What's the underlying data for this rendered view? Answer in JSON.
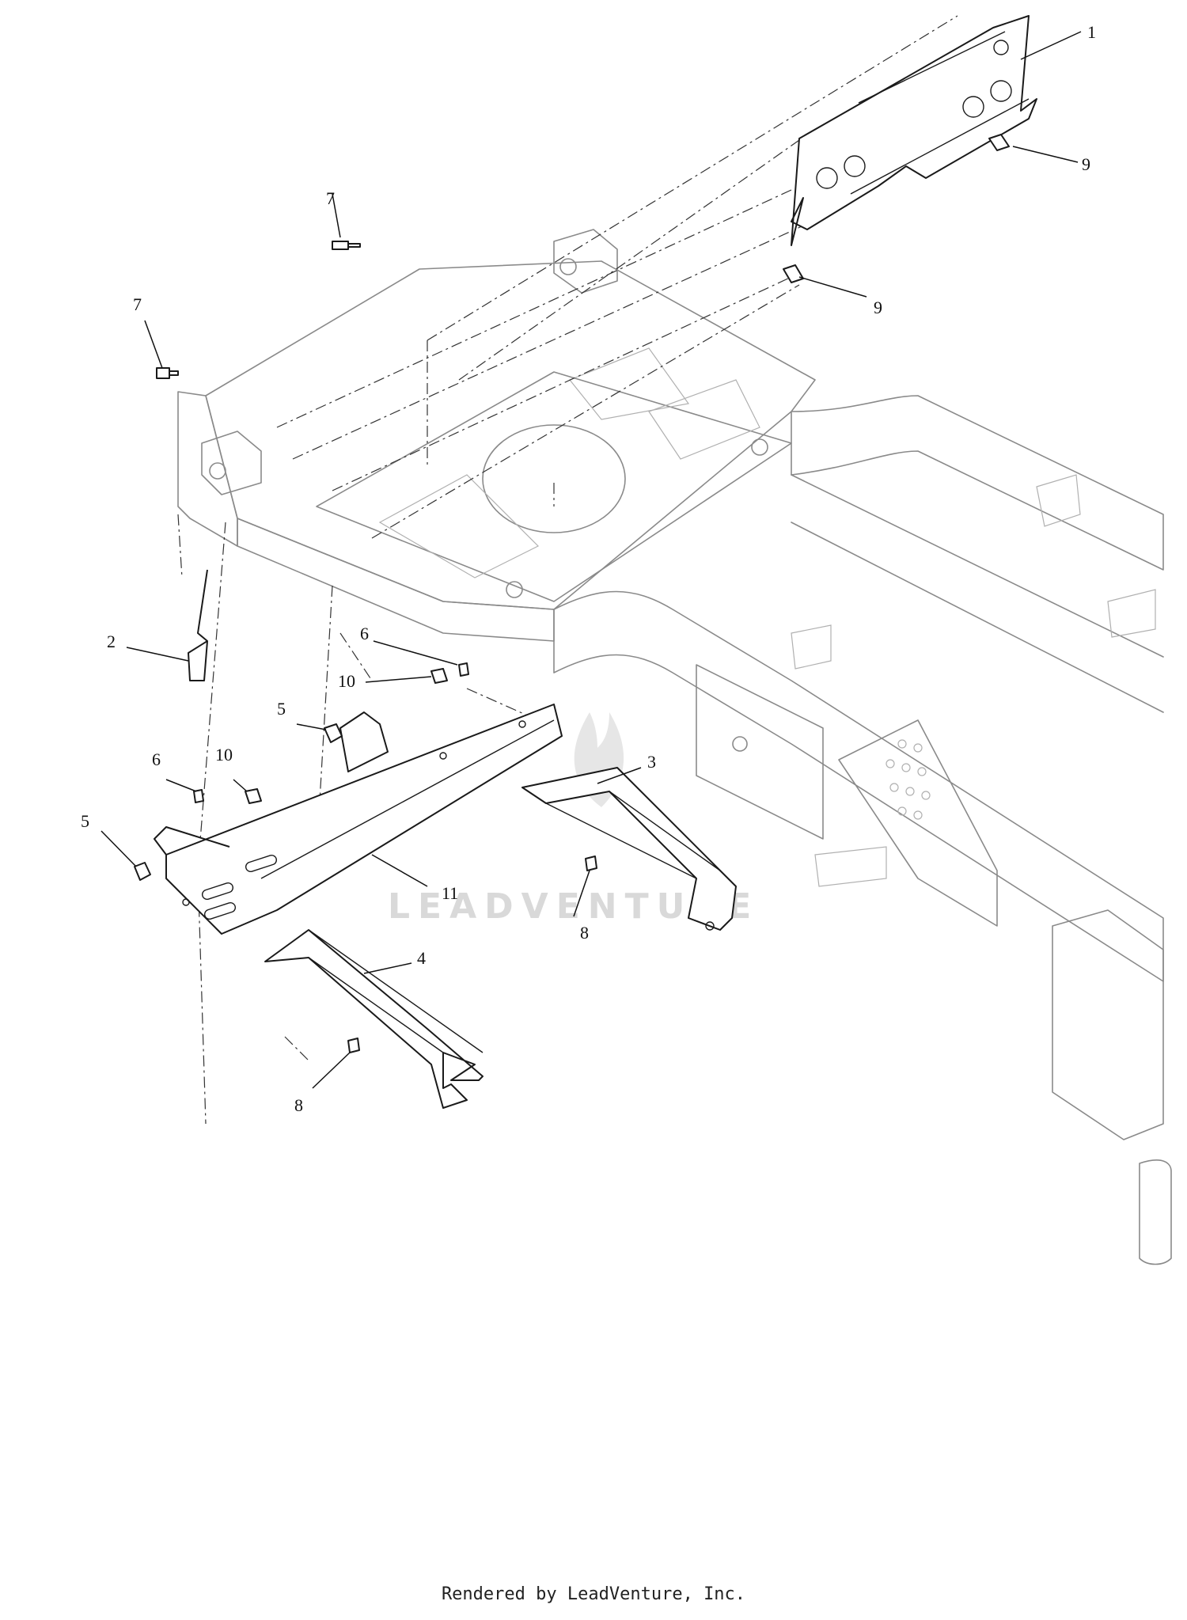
{
  "diagram": {
    "callouts": [
      {
        "id": "c1a",
        "label": "1"
      },
      {
        "id": "c2",
        "label": "2"
      },
      {
        "id": "c3",
        "label": "3"
      },
      {
        "id": "c4",
        "label": "4"
      },
      {
        "id": "c5a",
        "label": "5"
      },
      {
        "id": "c5b",
        "label": "5"
      },
      {
        "id": "c6a",
        "label": "6"
      },
      {
        "id": "c6b",
        "label": "6"
      },
      {
        "id": "c7a",
        "label": "7"
      },
      {
        "id": "c7b",
        "label": "7"
      },
      {
        "id": "c8a",
        "label": "8"
      },
      {
        "id": "c8b",
        "label": "8"
      },
      {
        "id": "c9a",
        "label": "9"
      },
      {
        "id": "c9b",
        "label": "9"
      },
      {
        "id": "c10a",
        "label": "10"
      },
      {
        "id": "c10b",
        "label": "10"
      },
      {
        "id": "c11",
        "label": "11"
      }
    ],
    "watermark": "LEADVENTURE",
    "footer": "Rendered by LeadVenture, Inc."
  },
  "colors": {
    "line": "#1a1a1a",
    "frame": "#8a8a8a",
    "watermark": "#d9d9d9"
  }
}
